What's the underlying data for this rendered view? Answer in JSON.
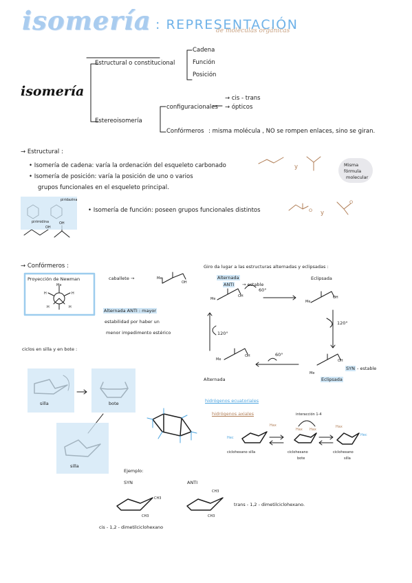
{
  "header": {
    "title": "isomería",
    "subtitle": ": REPRESENTACIÓN",
    "subtitle_note": "de moléculas orgánicas"
  },
  "tree": {
    "root": "isomería",
    "structural": "Estructural o constitucional",
    "types": [
      "Cadena",
      "Función",
      "Posición"
    ],
    "stereo": "Estereoisomería",
    "config": "configuracionales",
    "config_items": [
      "→ cis - trans",
      "→ ópticos"
    ],
    "conformers": "Confórmeros",
    "conformers_desc": ": misma molécula , NO se rompen enlaces, sino se giran."
  },
  "structural": {
    "heading": "→ Estructural :",
    "chain": "• Isomería de cadena: varía la ordenación del esqueleto carbonado",
    "position_1": "• Isomería de posición: varía la posición de uno o varios",
    "position_2": "grupos funcionales en el esqueleto principal.",
    "function": "• Isomería de función: poseen grupos funcionales distintos",
    "cloud": [
      "Misma",
      "fórmula",
      "molecular"
    ],
    "y": "y",
    "pyridine": "piridazina",
    "pyrimidine": "pirimidina",
    "oh": "OH",
    "o": "O"
  },
  "conformers": {
    "heading": "→ Confórmeros :",
    "newman": "Proyección de Newman",
    "caballete": "caballete →",
    "alt_1": "Alternada ANTI : mayor",
    "alt_2": "estabilidad por haber un",
    "alt_3": "menor impedimento estérico",
    "rot_title": "Giro da lugar a las estructuras alternadas y eclipsadas :",
    "alt_label": "Alternada",
    "anti": "ANTI",
    "more_stable": "→ estable",
    "eclipsed": "Eclipsada",
    "syn": "SYN",
    "less_stable": "- estable",
    "eclipsed_2": "Eclipsada",
    "alternada_2": "Alternada",
    "deg60": "60°",
    "deg120": "120°",
    "me": "Me",
    "h": "H"
  },
  "cycles": {
    "heading": "ciclos en silla y en bote :",
    "chair": "silla",
    "boat": "bote",
    "chair_2": "silla",
    "eq": "hidrógenos ecuatoriales",
    "ax": "hidrógenos axiales",
    "interaction": "interacción 1-4",
    "hax": "Hax",
    "hec": "Hec",
    "cyclo_chair": "ciclohexano silla",
    "cyclo_boat": [
      "ciclohexano",
      "bote"
    ],
    "cyclo_chair_2": [
      "ciclohexano",
      "silla"
    ]
  },
  "example": {
    "label": "Ejemplo:",
    "syn": "SYN",
    "anti": "ANTI",
    "ch3": "CH3",
    "cis": "cis - 1,2 - dimetilciclohexano",
    "trans": "trans - 1,2 - dimetilciclohexano."
  }
}
